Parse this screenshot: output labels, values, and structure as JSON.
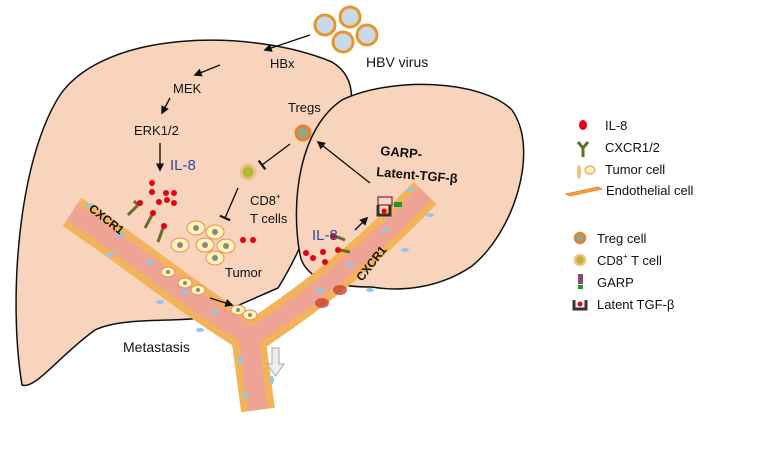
{
  "labels": {
    "hbv_virus": "HBV virus",
    "hbx": "HBx",
    "mek": "MEK",
    "erk": "ERK1/2",
    "il8_left": "IL-8",
    "tregs": "Tregs",
    "cd8_line1": "CD8",
    "cd8_sup": "+",
    "cd8_line2": "T cells",
    "tumor": "Tumor",
    "metastasis": "Metastasis",
    "garp_line1": "GARP-",
    "garp_line2": "Latent-TGF-β",
    "il8_right": "IL-8",
    "cxcr1_left": "CXCR1",
    "cxcr1_right": "CXCR1"
  },
  "legend": {
    "items": [
      {
        "icon": "il8-dot-icon",
        "label": "IL-8"
      },
      {
        "icon": "cxcr-receptor-icon",
        "label": "CXCR1/2"
      },
      {
        "icon": "tumor-cell-icon",
        "label": "Tumor cell"
      },
      {
        "icon": "endothelial-cell-icon",
        "label": "Endothelial cell"
      },
      {
        "icon": "treg-cell-icon",
        "label": "Treg cell"
      },
      {
        "icon": "cd8-cell-icon",
        "label": "CD8",
        "sup": "+",
        "suffix": " T cell"
      },
      {
        "icon": "garp-icon",
        "label": "GARP"
      },
      {
        "icon": "latent-tgf-icon",
        "label": "Latent TGF-β"
      }
    ]
  },
  "colors": {
    "liver": "#f9d4bc",
    "vessel_outer": "#f3b35a",
    "vessel_inner": "#eea495",
    "il8": "#e60012",
    "il8_text": "#2a4e9e",
    "receptor": "#6b6b2e",
    "treg": "#e8812c",
    "cd8": "#b8b830"
  }
}
